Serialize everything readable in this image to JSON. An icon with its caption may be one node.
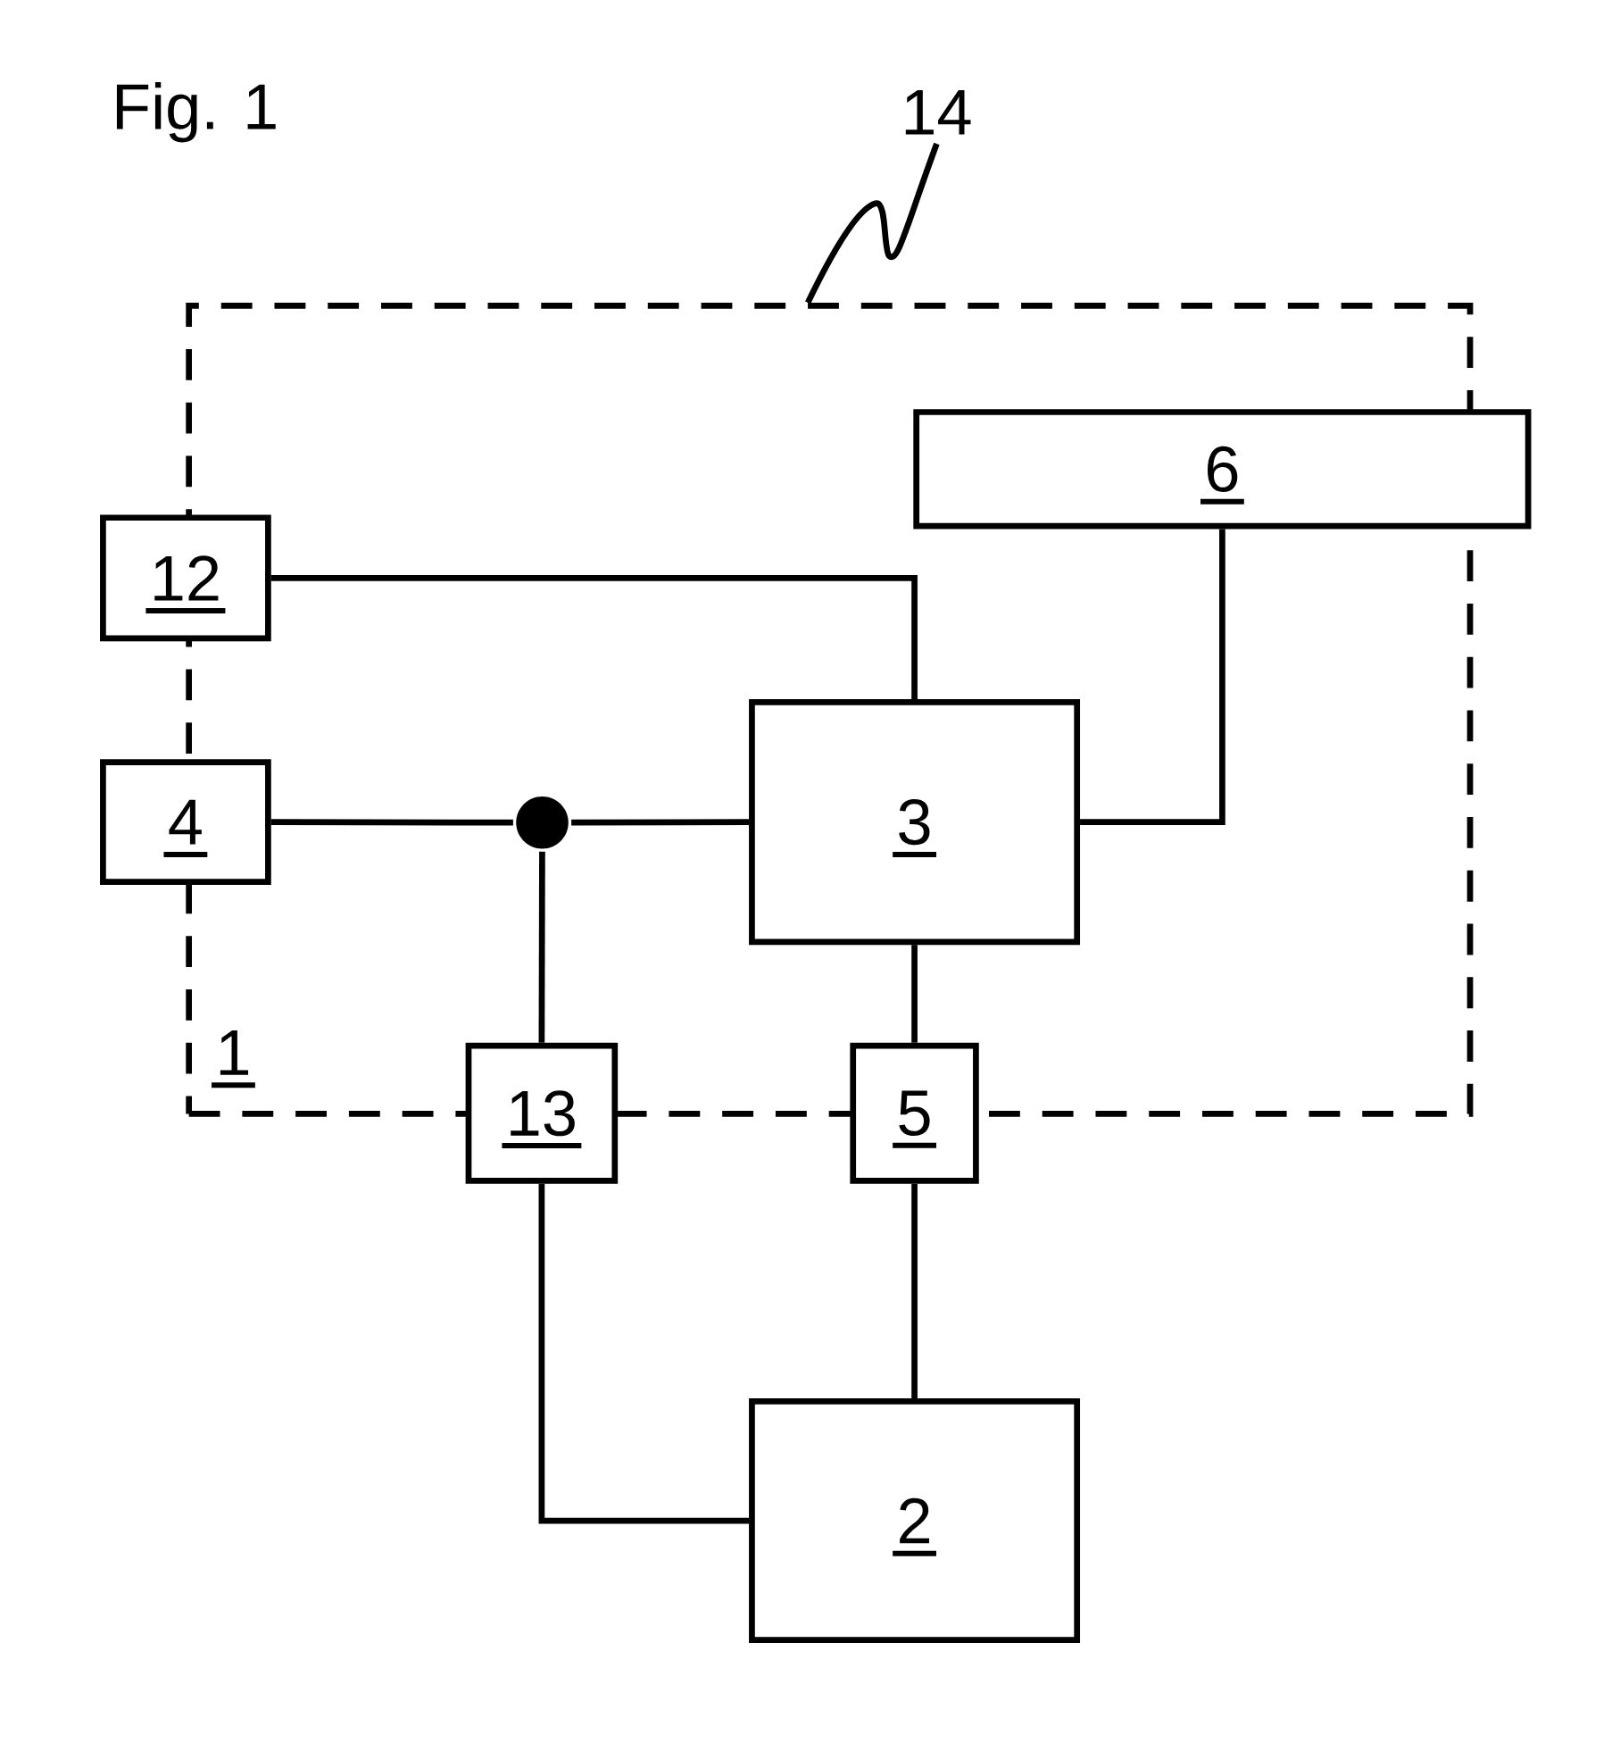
{
  "diagram": {
    "title": "Fig. 1",
    "nodes": [
      {
        "text": [
          "14"
        ]
      },
      {
        "text": [
          "1"
        ]
      },
      {
        "text": [
          "6"
        ]
      },
      {
        "text": [
          "12"
        ]
      },
      {
        "text": [
          "4"
        ]
      },
      {
        "text": [],
        "shape": "circle",
        "in": 1
      },
      {
        "text": [
          "3"
        ],
        "in": 1
      },
      {
        "text": [
          "13"
        ]
      },
      {
        "text": [
          "5"
        ]
      },
      {
        "text": [
          "2"
        ]
      }
    ],
    "edges": [
      {
        "from": 0,
        "to": 1,
        "arrow": "none"
      },
      {
        "from": 3,
        "to": 6,
        "arrow": "none"
      },
      {
        "from": 2,
        "to": 6,
        "arrow": "none"
      },
      {
        "from": 4,
        "to": 5,
        "arrow": "none"
      },
      {
        "from": 5,
        "to": 6,
        "arrow": "none"
      },
      {
        "from": 5,
        "to": 7,
        "arrow": "none"
      },
      {
        "from": 6,
        "to": 8,
        "arrow": "none"
      },
      {
        "from": 8,
        "to": 9,
        "arrow": "none"
      },
      {
        "from": 7,
        "to": 9,
        "arrow": "none"
      }
    ]
  }
}
